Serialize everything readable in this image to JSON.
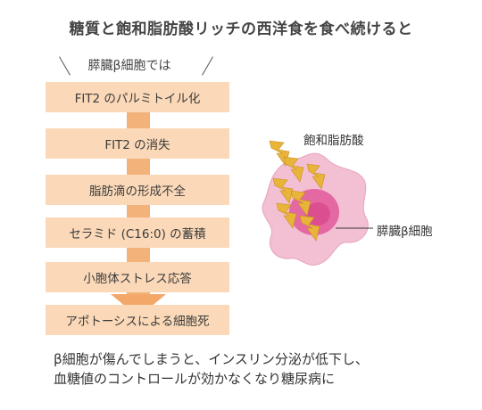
{
  "title": "糖質と飽和脂肪酸リッチの西洋食を食べ続けると",
  "subtitle": "膵臓β細胞では",
  "steps": [
    "FIT2 のパルミトイル化",
    "FIT2 の消失",
    "脂肪滴の形成不全",
    "セラミド (C16:0) の蓄積",
    "小胞体ストレス応答",
    "アポトーシスによる細胞死"
  ],
  "diagram": {
    "fatty_acid_label": "飽和脂肪酸",
    "cell_label": "膵臓β細胞",
    "colors": {
      "step_box": "#fbd9b8",
      "flow_arrow": "#f3b27a",
      "cell_body": "#f3bfd2",
      "nucleus": "#e0589a",
      "lightning": "#e8b43a"
    }
  },
  "footer": {
    "line1": "β細胞が傷んでしまうと、インスリン分泌が低下し、",
    "line2": "血糖値のコントロールが効かなくなり糖尿病に"
  }
}
